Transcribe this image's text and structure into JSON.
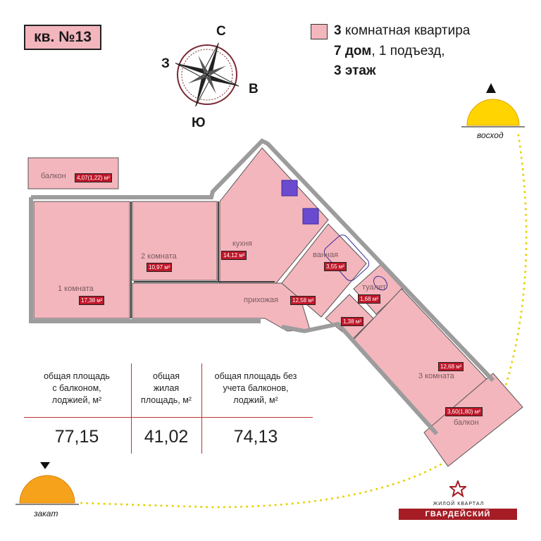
{
  "apartment": {
    "number_label": "кв. №13"
  },
  "legend": {
    "rooms_bold": "3",
    "rooms_text": " комнатная квартира",
    "house_bold": "7 дом",
    "house_text": ", 1 подъезд,",
    "floor_bold": "3 этаж",
    "swatch_color": "#f3b6bd"
  },
  "compass": {
    "north": "С",
    "west": "З",
    "east": "В",
    "south": "Ю"
  },
  "sun": {
    "sunrise_label": "восход",
    "sunset_label": "закат",
    "sunrise_color": "#ffd400",
    "sunset_color": "#f7a21b"
  },
  "rooms": [
    {
      "name": "балкон",
      "area": "4,07(1,22) м²"
    },
    {
      "name": "2 комната",
      "area": "10,97 м²"
    },
    {
      "name": "кухня",
      "area": "14,12 м²"
    },
    {
      "name": "1 комната",
      "area": "17,38 м²"
    },
    {
      "name": "ванная",
      "area": "3,55 м²"
    },
    {
      "name": "прихожая",
      "area": "12,58 м²"
    },
    {
      "name": "туалет",
      "area": "1,68 м²"
    },
    {
      "name": "",
      "area": "1,38 м²"
    },
    {
      "name": "3 комната",
      "area": "12,68 м²"
    },
    {
      "name": "балкон",
      "area": "3,60(1,80) м²"
    }
  ],
  "stats": [
    {
      "heading": [
        "общая площадь",
        "с балконом,",
        "лоджией, м²"
      ],
      "value": "77,15"
    },
    {
      "heading": [
        "общая",
        "жилая",
        "площадь, м²"
      ],
      "value": "41,02"
    },
    {
      "heading": [
        "общая площадь без",
        "учета балконов,",
        "лоджий, м²"
      ],
      "value": "74,13"
    }
  ],
  "logo": {
    "subtitle": "ЖИЛОЙ КВАРТАЛ",
    "brand": "ГВАРДЕЙСКИЙ",
    "color": "#a51c24"
  }
}
